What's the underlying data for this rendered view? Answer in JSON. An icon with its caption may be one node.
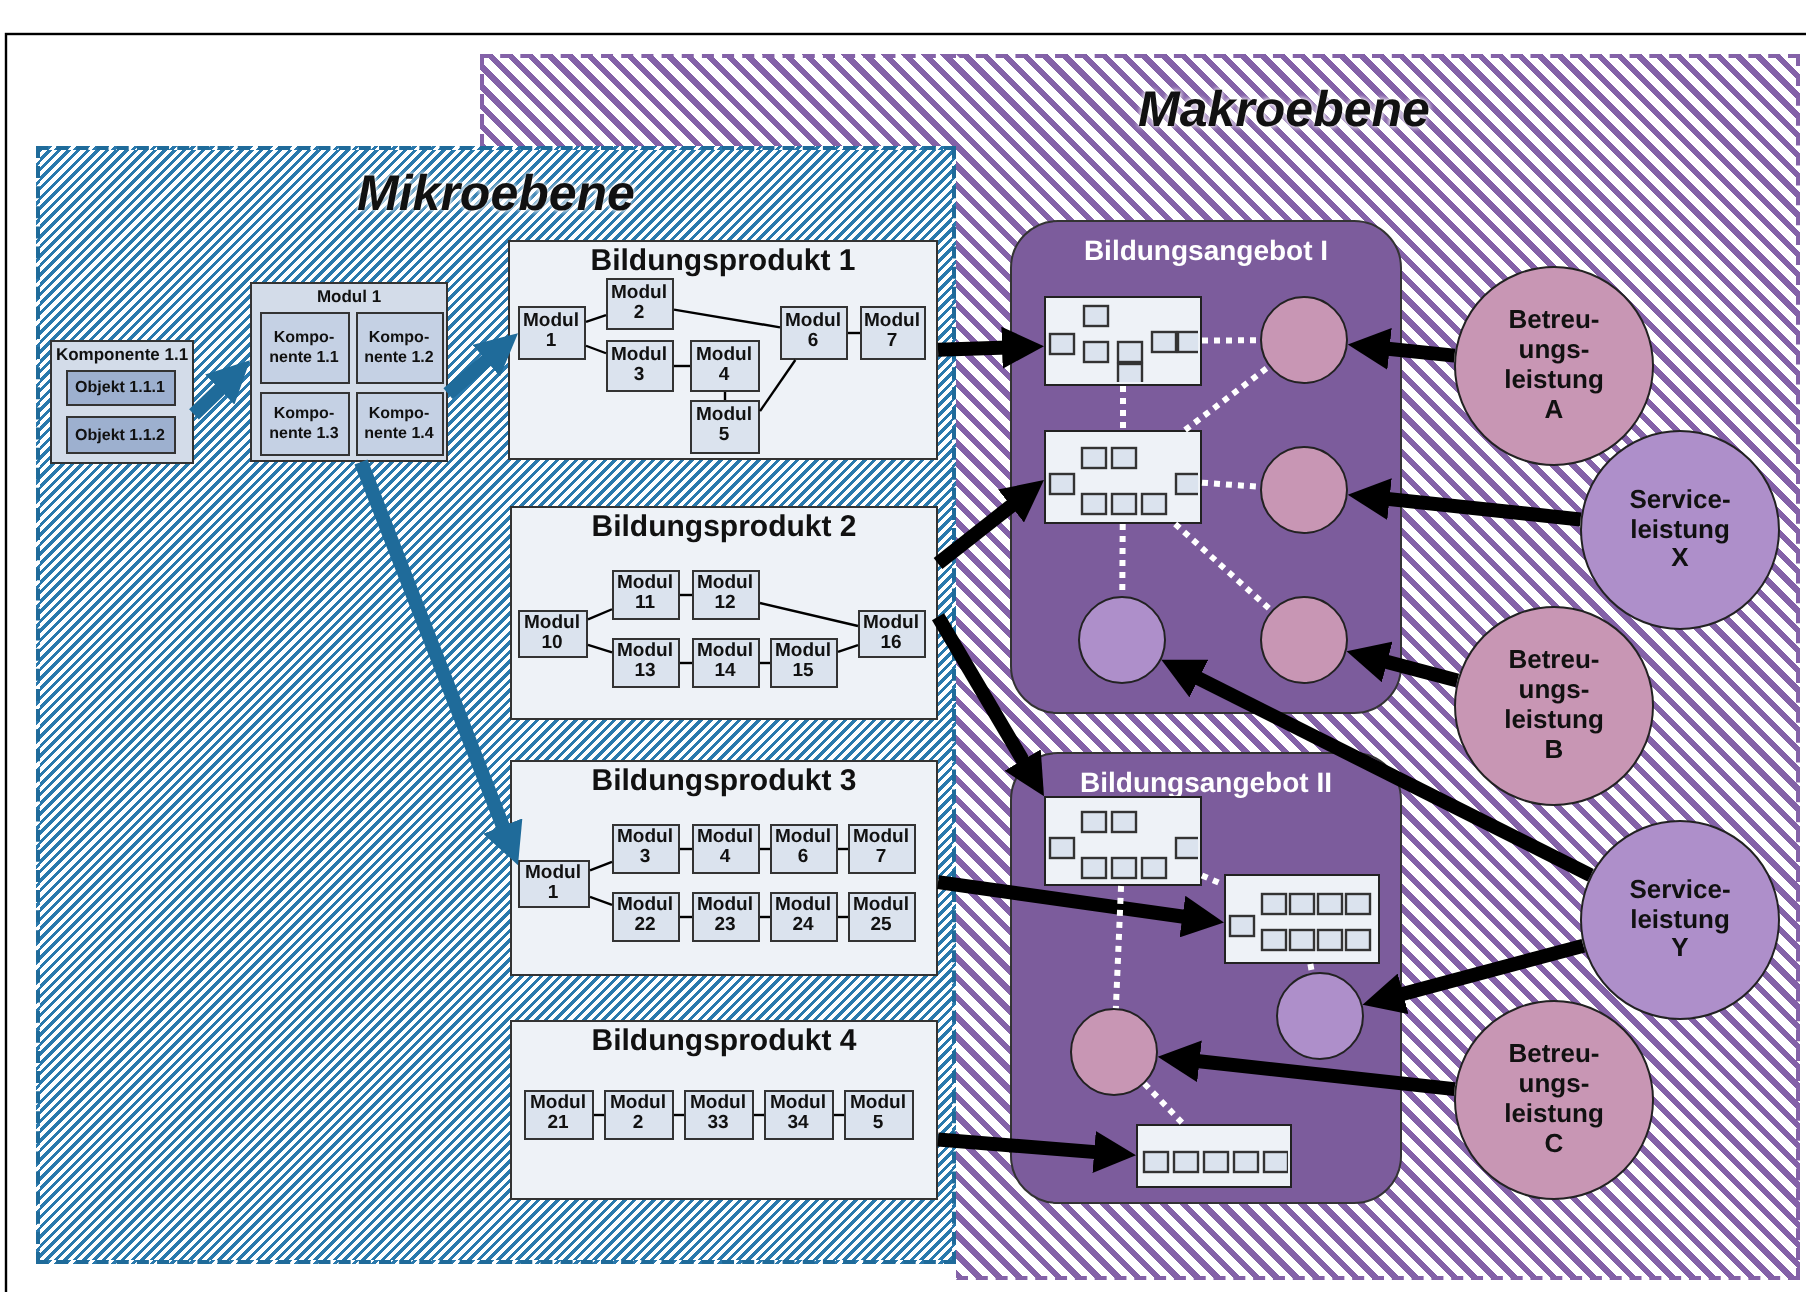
{
  "diagram": {
    "nodes": [
      {
        "text": [
          "Makroebene"
        ]
      },
      {
        "text": [
          "Mikroebene"
        ]
      },
      {
        "text": [
          "Komponente 1.1"
        ],
        "in": 1
      },
      {
        "text": [
          "Objekt 1.1.1"
        ],
        "in": 2
      },
      {
        "text": [
          "Objekt 1.1.2"
        ],
        "in": 2
      },
      {
        "text": [
          "Modul 1"
        ],
        "in": 1
      },
      {
        "text": [
          "Kompo- nente 1.1"
        ],
        "in": 5
      },
      {
        "text": [
          "Kompo- nente 1.2"
        ],
        "in": 5
      },
      {
        "text": [
          "Kompo- nente 1.3"
        ],
        "in": 5
      },
      {
        "text": [
          "Kompo- nente 1.4"
        ],
        "in": 5
      },
      {
        "text": [
          "Bildungsprodukt 1"
        ],
        "in": 1
      },
      {
        "text": [
          "Modul 1"
        ],
        "in": 10
      },
      {
        "text": [
          "Modul 2"
        ],
        "in": 10
      },
      {
        "text": [
          "Modul 3"
        ],
        "in": 10
      },
      {
        "text": [
          "Modul 4"
        ],
        "in": 10
      },
      {
        "text": [
          "Modul 5"
        ],
        "in": 10
      },
      {
        "text": [
          "Modul 6"
        ],
        "in": 10
      },
      {
        "text": [
          "Modul 7"
        ],
        "in": 10
      },
      {
        "text": [
          "Bildungsprodukt 2"
        ],
        "in": 1
      },
      {
        "text": [
          "Modul 10"
        ],
        "in": 18
      },
      {
        "text": [
          "Modul 11"
        ],
        "in": 18
      },
      {
        "text": [
          "Modul 12"
        ],
        "in": 18
      },
      {
        "text": [
          "Modul 13"
        ],
        "in": 18
      },
      {
        "text": [
          "Modul 14"
        ],
        "in": 18
      },
      {
        "text": [
          "Modul 15"
        ],
        "in": 18
      },
      {
        "text": [
          "Modul 16"
        ],
        "in": 18
      },
      {
        "text": [
          "Bildungsprodukt 3"
        ],
        "in": 1
      },
      {
        "text": [
          "Modul 1"
        ],
        "in": 26
      },
      {
        "text": [
          "Modul 3"
        ],
        "in": 26
      },
      {
        "text": [
          "Modul 4"
        ],
        "in": 26
      },
      {
        "text": [
          "Modul 6"
        ],
        "in": 26
      },
      {
        "text": [
          "Modul 7"
        ],
        "in": 26
      },
      {
        "text": [
          "Modul 22"
        ],
        "in": 26
      },
      {
        "text": [
          "Modul 23"
        ],
        "in": 26
      },
      {
        "text": [
          "Modul 24"
        ],
        "in": 26
      },
      {
        "text": [
          "Modul 25"
        ],
        "in": 26
      },
      {
        "text": [
          "Bildungsprodukt 4"
        ],
        "in": 1
      },
      {
        "text": [
          "Modul 21"
        ],
        "in": 36
      },
      {
        "text": [
          "Modul 2"
        ],
        "in": 36
      },
      {
        "text": [
          "Modul 33"
        ],
        "in": 36
      },
      {
        "text": [
          "Modul 34"
        ],
        "in": 36
      },
      {
        "text": [
          "Modul 5"
        ],
        "in": 36
      },
      {
        "text": [
          "Bildungsangebot I"
        ],
        "in": 0
      },
      {
        "text": [],
        "shape": "picture",
        "in": 42
      },
      {
        "text": [],
        "shape": "picture",
        "in": 42
      },
      {
        "text": [],
        "shape": "circle",
        "in": 42
      },
      {
        "text": [],
        "shape": "circle",
        "in": 42
      },
      {
        "text": [],
        "shape": "circle",
        "in": 42
      },
      {
        "text": [],
        "shape": "circle",
        "in": 42
      },
      {
        "text": [
          "Bildungsangebot II"
        ],
        "in": 0
      },
      {
        "text": [],
        "shape": "picture",
        "in": 49
      },
      {
        "text": [],
        "shape": "picture",
        "in": 49
      },
      {
        "text": [],
        "shape": "circle",
        "in": 49
      },
      {
        "text": [],
        "shape": "circle",
        "in": 49
      },
      {
        "text": [],
        "shape": "picture",
        "in": 49
      },
      {
        "text": [
          "Betreu- ungs- leistung A"
        ],
        "in": 0
      },
      {
        "text": [
          "Service- leistung X"
        ],
        "in": 0
      },
      {
        "text": [
          "Betreu- ungs- leistung B"
        ],
        "in": 0
      },
      {
        "text": [
          "Service- leistung Y"
        ],
        "in": 0
      },
      {
        "text": [
          "Betreu- ungs- leistung C"
        ],
        "in": 0
      }
    ],
    "edges": [
      {
        "from": 2,
        "to": 5,
        "arrow": "to",
        "style": "thick",
        "color": "#1f6b9a"
      },
      {
        "from": 5,
        "to": 11,
        "arrow": "to",
        "style": "thick",
        "color": "#1f6b9a"
      },
      {
        "from": 5,
        "to": 27,
        "arrow": "to",
        "style": "thick",
        "color": "#1f6b9a"
      },
      {
        "from": 11,
        "to": 12,
        "arrow": "none"
      },
      {
        "from": 11,
        "to": 13,
        "arrow": "none"
      },
      {
        "from": 13,
        "to": 14,
        "arrow": "none"
      },
      {
        "from": 14,
        "to": 15,
        "arrow": "none"
      },
      {
        "from": 12,
        "to": 16,
        "arrow": "none"
      },
      {
        "from": 15,
        "to": 16,
        "arrow": "none"
      },
      {
        "from": 16,
        "to": 17,
        "arrow": "none"
      },
      {
        "from": 19,
        "to": 20,
        "arrow": "none"
      },
      {
        "from": 19,
        "to": 22,
        "arrow": "none"
      },
      {
        "from": 20,
        "to": 21,
        "arrow": "none"
      },
      {
        "from": 21,
        "to": 25,
        "arrow": "none"
      },
      {
        "from": 22,
        "to": 23,
        "arrow": "none"
      },
      {
        "from": 23,
        "to": 24,
        "arrow": "none"
      },
      {
        "from": 24,
        "to": 25,
        "arrow": "none"
      },
      {
        "from": 27,
        "to": 28,
        "arrow": "none"
      },
      {
        "from": 28,
        "to": 29,
        "arrow": "none"
      },
      {
        "from": 29,
        "to": 30,
        "arrow": "none"
      },
      {
        "from": 30,
        "to": 31,
        "arrow": "none"
      },
      {
        "from": 27,
        "to": 32,
        "arrow": "none"
      },
      {
        "from": 32,
        "to": 33,
        "arrow": "none"
      },
      {
        "from": 33,
        "to": 34,
        "arrow": "none"
      },
      {
        "from": 34,
        "to": 35,
        "arrow": "none"
      },
      {
        "from": 37,
        "to": 38,
        "arrow": "none"
      },
      {
        "from": 38,
        "to": 39,
        "arrow": "none"
      },
      {
        "from": 39,
        "to": 40,
        "arrow": "none"
      },
      {
        "from": 40,
        "to": 41,
        "arrow": "none"
      },
      {
        "from": 10,
        "to": 43,
        "arrow": "to",
        "style": "thick"
      },
      {
        "from": 18,
        "to": 44,
        "arrow": "to",
        "style": "thick"
      },
      {
        "from": 18,
        "to": 50,
        "arrow": "to",
        "style": "thick"
      },
      {
        "from": 26,
        "to": 51,
        "arrow": "to",
        "style": "thick"
      },
      {
        "from": 36,
        "to": 54,
        "arrow": "to",
        "style": "thick"
      },
      {
        "from": 55,
        "to": 45,
        "arrow": "to",
        "style": "thick"
      },
      {
        "from": 56,
        "to": 46,
        "arrow": "to",
        "style": "thick"
      },
      {
        "from": 57,
        "to": 48,
        "arrow": "to",
        "style": "thick"
      },
      {
        "from": 58,
        "to": 47,
        "arrow": "to",
        "style": "thick"
      },
      {
        "from": 58,
        "to": 53,
        "arrow": "to",
        "style": "thick"
      },
      {
        "from": 59,
        "to": 52,
        "arrow": "to",
        "style": "thick"
      },
      {
        "from": 43,
        "to": 44,
        "arrow": "none",
        "style": "dashed",
        "color": "#ffffff"
      },
      {
        "from": 43,
        "to": 45,
        "arrow": "none",
        "style": "dashed",
        "color": "#ffffff"
      },
      {
        "from": 44,
        "to": 45,
        "arrow": "none",
        "style": "dashed",
        "color": "#ffffff"
      },
      {
        "from": 44,
        "to": 46,
        "arrow": "none",
        "style": "dashed",
        "color": "#ffffff"
      },
      {
        "from": 44,
        "to": 48,
        "arrow": "none",
        "style": "dashed",
        "color": "#ffffff"
      },
      {
        "from": 44,
        "to": 47,
        "arrow": "none",
        "style": "dashed",
        "color": "#ffffff"
      },
      {
        "from": 50,
        "to": 51,
        "arrow": "none",
        "style": "dashed",
        "color": "#ffffff"
      },
      {
        "from": 50,
        "to": 52,
        "arrow": "none",
        "style": "dashed",
        "color": "#ffffff"
      },
      {
        "from": 51,
        "to": 53,
        "arrow": "none",
        "style": "dashed",
        "color": "#ffffff"
      },
      {
        "from": 52,
        "to": 54,
        "arrow": "none",
        "style": "dashed",
        "color": "#ffffff"
      }
    ]
  }
}
